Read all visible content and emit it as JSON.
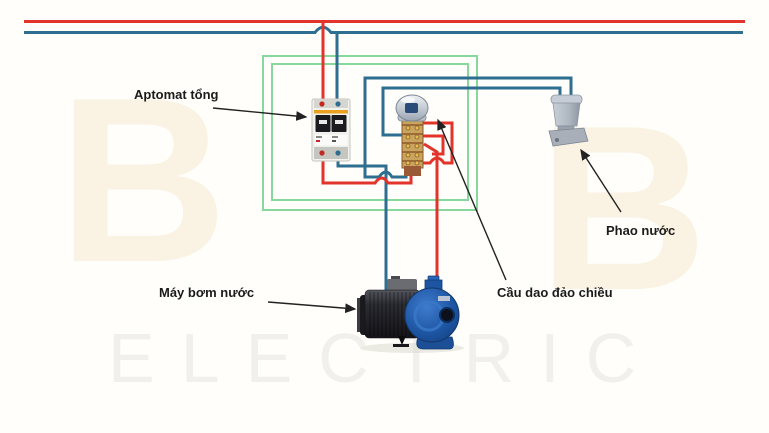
{
  "diagram": {
    "labels": {
      "aptomat": "Aptomat tổng",
      "phao": "Phao nước",
      "cau_dao": "Cầu dao đảo chiều",
      "may_bom": "Máy bơm nước"
    },
    "watermark": {
      "letter_left": "B",
      "letter_right": "B",
      "brand": "ELECTRIC"
    },
    "colors": {
      "background": "#fffefa",
      "wire_red": "#e2342a",
      "wire_blue": "#2d6e91",
      "outline_green": "#87d89c",
      "label_black": "#1b1b1b",
      "arrow_black": "#222222",
      "watermark_cream": "#faf3e4",
      "watermark_grey": "#f1f0ec",
      "breaker_stripe_orange": "#e9a11f",
      "switch_body_tan": "#c9a45f",
      "float_grey": "#aeb6c0",
      "pump_blue": "#1d4f96",
      "pump_black": "#26262b"
    }
  }
}
